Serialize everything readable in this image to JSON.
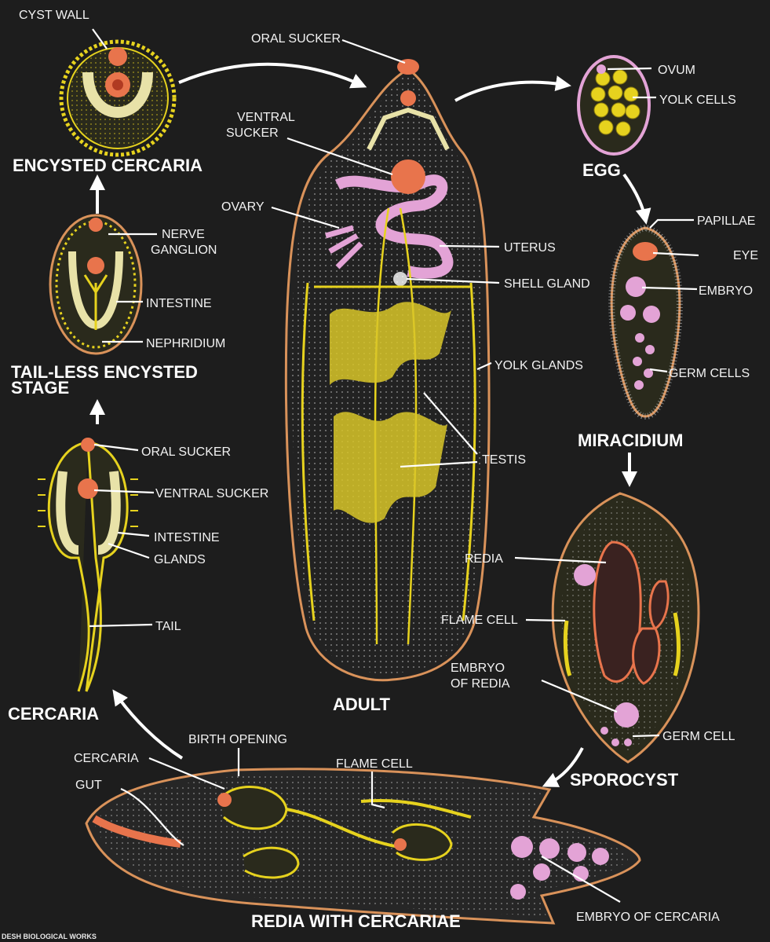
{
  "stages": [
    {
      "id": "encysted-cercaria",
      "title": "ENCYSTED CERCARIA"
    },
    {
      "id": "adult",
      "title": "ADULT"
    },
    {
      "id": "egg",
      "title": "EGG"
    },
    {
      "id": "tailless-encysted",
      "title_lines": [
        "TAIL-LESS ENCYSTED",
        "STAGE"
      ]
    },
    {
      "id": "miracidium",
      "title": "MIRACIDIUM"
    },
    {
      "id": "cercaria",
      "title": "CERCARIA"
    },
    {
      "id": "sporocyst",
      "title": "SPOROCYST"
    },
    {
      "id": "redia-with-cercariae",
      "title": "REDIA WITH CERCARIAE"
    }
  ],
  "labels": {
    "encysted": {
      "cyst_wall": "CYST WALL"
    },
    "adult": {
      "oral_sucker": "ORAL SUCKER",
      "ventral_sucker": [
        "VENTRAL",
        "SUCKER"
      ],
      "ovary": "OVARY",
      "uterus": "UTERUS",
      "shell_gland": "SHELL GLAND",
      "yolk_glands": "YOLK  GLANDS",
      "testis": "TESTIS"
    },
    "egg": {
      "ovum": "OVUM",
      "yolk_cells": "YOLK CELLS"
    },
    "tailless": {
      "nerve_ganglion": [
        "NERVE",
        "GANGLION"
      ],
      "intestine": "INTESTINE",
      "nephridium": "NEPHRIDIUM"
    },
    "miracidium": {
      "papillae": "PAPILLAE",
      "eye": "EYE",
      "embryo": "EMBRYO",
      "germ_cells": "GERM CELLS"
    },
    "cercaria": {
      "oral_sucker": "ORAL SUCKER",
      "ventral_sucker": "VENTRAL SUCKER",
      "intestine": "INTESTINE",
      "glands": "GLANDS",
      "tail": "TAIL"
    },
    "sporocyst": {
      "redia": "REDIA",
      "flame_cell": "FLAME CELL",
      "embryo_of_redia": [
        "EMBRYO",
        "OF REDIA"
      ],
      "germ_cell": "GERM CELL"
    },
    "redia": {
      "birth_opening": "BIRTH OPENING",
      "cercaria": "CERCARIA",
      "gut": "GUT",
      "flame_cell": "FLAME CELL",
      "embryo_of_cercaria": "EMBRYO OF CERCARIA"
    }
  },
  "footer": "DESH BIOLOGICAL WORKS",
  "colors": {
    "background": "#1d1d1d",
    "outline": "#d9925a",
    "yellow": "#e6d21e",
    "pale": "#e8e2a8",
    "orange": "#e8744c",
    "pink": "#e3a3d6",
    "white": "#ffffff"
  }
}
